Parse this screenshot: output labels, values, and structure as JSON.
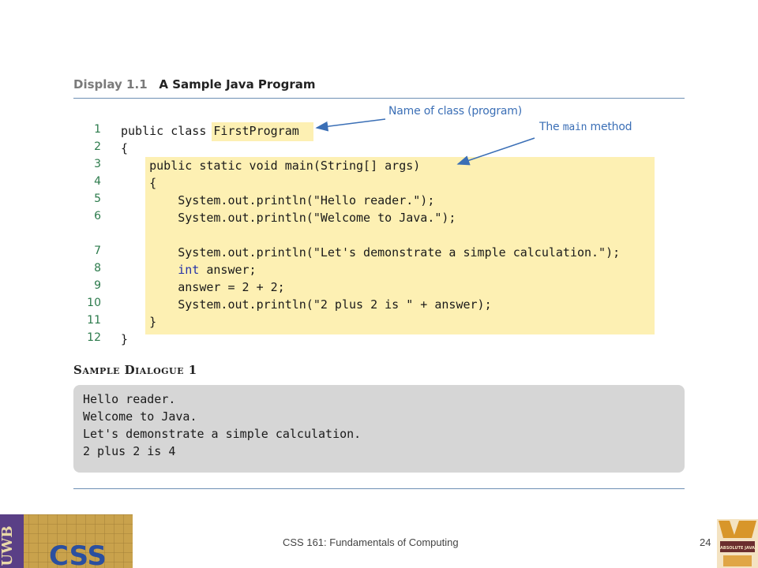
{
  "display": {
    "number": "Display 1.1",
    "title": "A Sample Java Program"
  },
  "annotations": {
    "class_name": "Name of class (program)",
    "main_prefix": "The",
    "main_code": "main",
    "main_suffix": "method"
  },
  "code_lines": [
    {
      "n": "1",
      "text": "public class FirstProgram"
    },
    {
      "n": "2",
      "text": "{"
    },
    {
      "n": "3",
      "text": "    public static void main(String[] args)"
    },
    {
      "n": "4",
      "text": "    {"
    },
    {
      "n": "5",
      "text": "        System.out.println(\"Hello reader.\");"
    },
    {
      "n": "6",
      "text": "        System.out.println(\"Welcome to Java.\");"
    },
    {
      "n": "7",
      "text": "        System.out.println(\"Let's demonstrate a simple calculation.\");"
    },
    {
      "n": "8",
      "text": "        int answer;"
    },
    {
      "n": "9",
      "text": "        answer = 2 + 2;"
    },
    {
      "n": "10",
      "text": "        System.out.println(\"2 plus 2 is \" + answer);"
    },
    {
      "n": "11",
      "text": "    }"
    },
    {
      "n": "12",
      "text": "}"
    }
  ],
  "dialogue": {
    "title": "Sample Dialogue 1",
    "lines": [
      "Hello reader.",
      "Welcome to Java.",
      "Let's demonstrate a simple calculation.",
      "2 plus 2 is 4"
    ]
  },
  "footer": {
    "course": "CSS 161: Fundamentals of Computing",
    "page": "24"
  },
  "logos": {
    "left_text_uwb": "UWB",
    "left_text_css": "CSS",
    "right_text": "ABSOLUTE JAVA"
  },
  "colors": {
    "highlight": "#fdf0b3",
    "rule": "#6d8fb4",
    "annotation": "#3b6fb6",
    "line_number": "#2b7a4b",
    "dialogue_bg": "#d6d6d6"
  }
}
